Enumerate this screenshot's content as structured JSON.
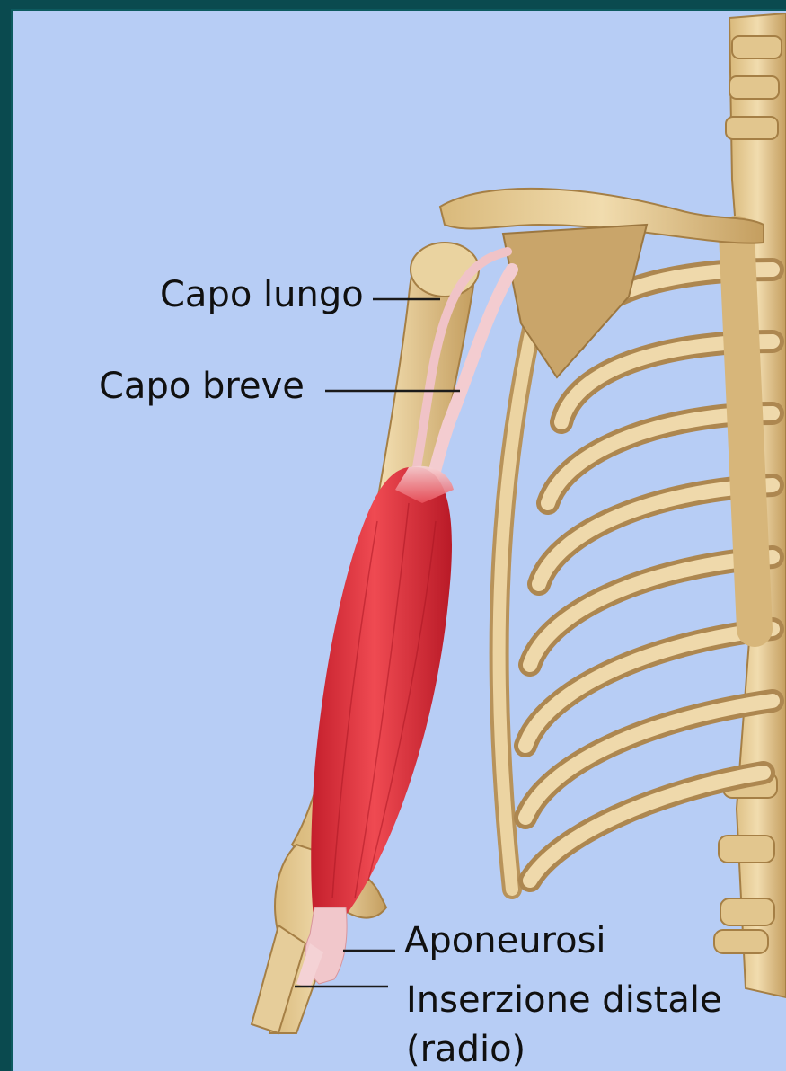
{
  "labels": {
    "capo_lungo": "Capo lungo",
    "capo_breve": "Capo breve",
    "aponeurosi": "Aponeurosi",
    "inserzione_distale": "Inserzione distale",
    "radio": "(radio)"
  },
  "colors": {
    "background": "#b7cdf5",
    "frame": "#0a4a4f",
    "bone": "#e8cf98",
    "bone_shadow": "#b08a4f",
    "muscle": "#e03a44",
    "tendon": "#f2c4c8"
  }
}
